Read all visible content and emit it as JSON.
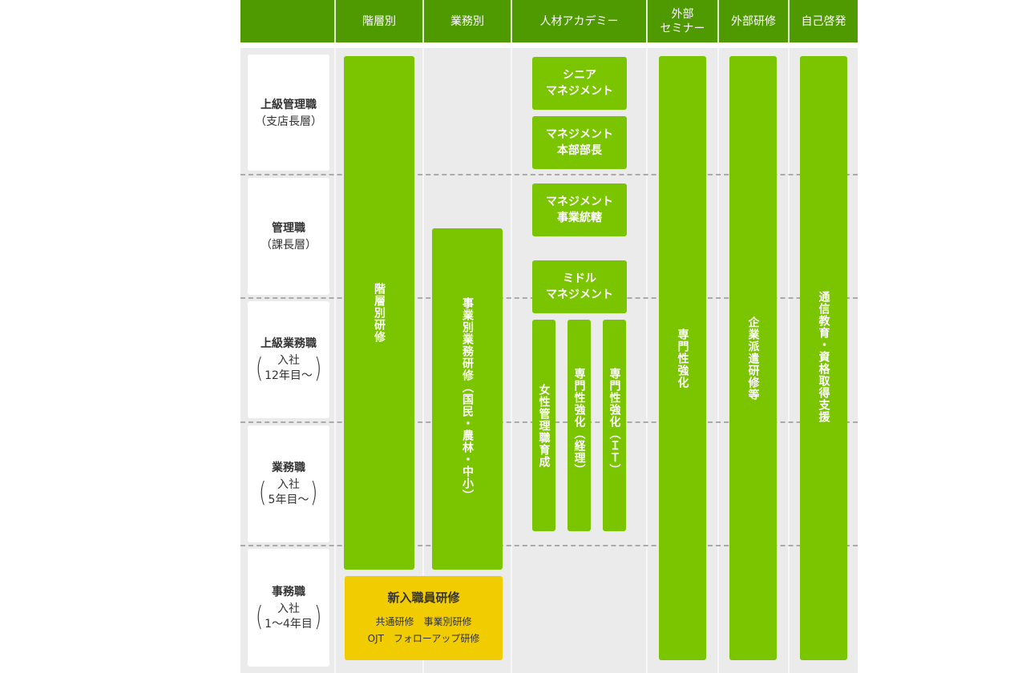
{
  "header": {
    "columns": [
      {
        "label": ""
      },
      {
        "label": "階層別"
      },
      {
        "label": "業務別"
      },
      {
        "label": "人材アカデミー"
      },
      {
        "label": "外部\nセミナー"
      },
      {
        "label": "外部研修"
      },
      {
        "label": "自己啓発"
      }
    ]
  },
  "rows": [
    {
      "title": "上級管理職",
      "sub": "（支店長層）"
    },
    {
      "title": "管理職",
      "sub": "（課長層）"
    },
    {
      "title": "上級業務職",
      "paren": [
        "入社",
        "12年目～"
      ]
    },
    {
      "title": "業務職",
      "paren": [
        "入社",
        "5年目～"
      ]
    },
    {
      "title": "事務職",
      "paren": [
        "入社",
        "1～4年目"
      ]
    }
  ],
  "programs": {
    "kaisobetsu": "階層別研修",
    "gyomubetsu": "事業別業務研修（国民・農林・中小）",
    "academy": {
      "senior": "シニア\nマネジメント",
      "honbu": "マネジメント\n本部部長",
      "jigyo": "マネジメント\n事業統轄",
      "middle": "ミドル\nマネジメント",
      "josei": "女性管理職育成",
      "keiri": "専門性強化（経理）",
      "it": "専門性強化（ＩＴ）"
    },
    "seminar": "専門性強化",
    "gaibu": "企業派遣研修等",
    "jiko": "通信教育・資格取得支援",
    "shinnyu": {
      "title": "新入職員研修",
      "line1": "共通研修　事業別研修",
      "line2": "OJT　フォローアップ研修"
    }
  },
  "colors": {
    "header_green": "#4f9a00",
    "bar_green": "#7bc400",
    "new_hire_yellow": "#f0cc00",
    "background_gray": "#ebebeb"
  }
}
